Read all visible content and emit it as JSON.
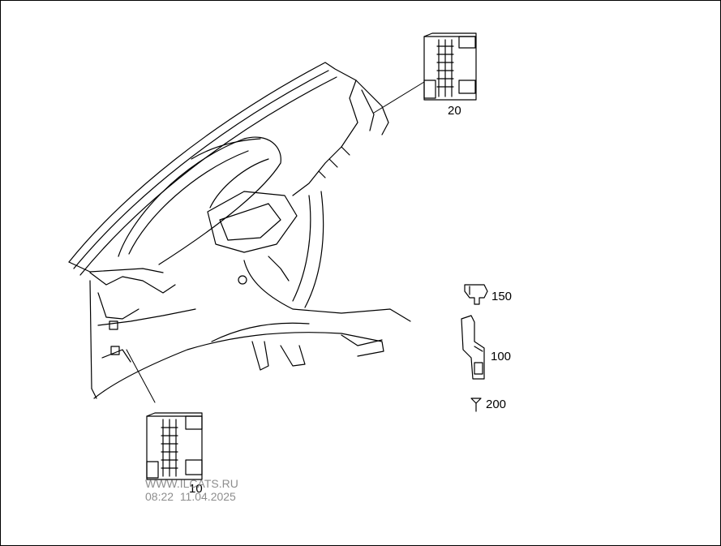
{
  "callouts": {
    "p20": "20",
    "p10": "10",
    "p150": "150",
    "p100": "100",
    "p200": "200"
  },
  "watermark": {
    "site": "WWW.ILCATS.RU",
    "datetime": "08:22  11.04.2025"
  },
  "colors": {
    "line": "#000000",
    "watermark": "#7a7a7a",
    "background": "#ffffff"
  }
}
